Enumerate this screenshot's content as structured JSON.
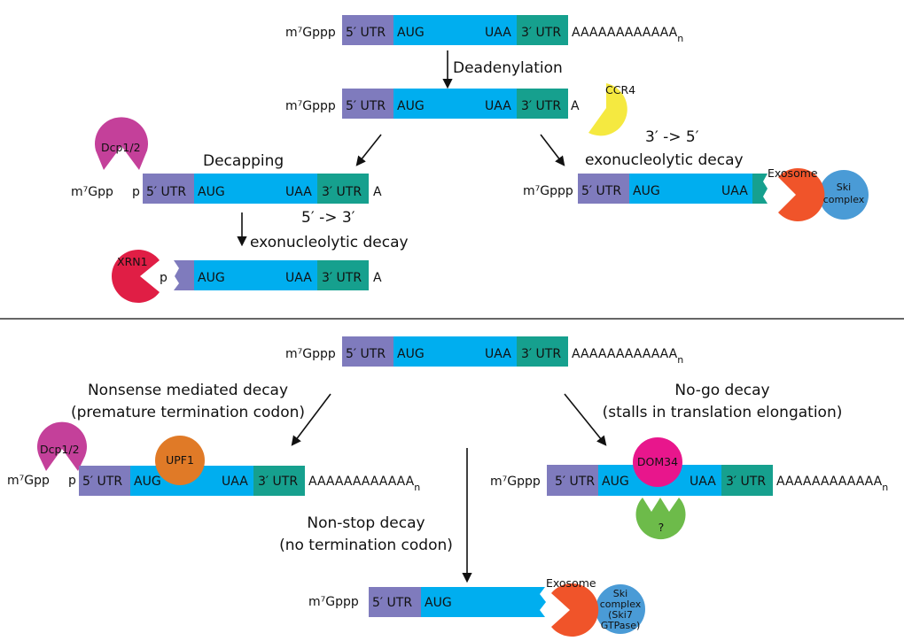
{
  "colors": {
    "utr5": "#7f7bbd",
    "cds": "#00aeef",
    "utr3": "#16a08e",
    "ccr4": "#f5e940",
    "dcp": "#c4409a",
    "exosome": "#f0542a",
    "ski": "#4a9bd6",
    "xrn1": "#e01e45",
    "upf1": "#e07a27",
    "dom34": "#e8168c",
    "unknown": "#6dbb4a",
    "divider": "#333333"
  },
  "segments": {
    "cap": "m⁷Gppp",
    "cap_decapped": "m⁷Gpp",
    "p": "p",
    "utr5": "5′ UTR",
    "start": "AUG",
    "stop": "UAA",
    "utr3": "3′ UTR",
    "polyA": "AAAAAAAAAAAA",
    "polyA_sub": "n",
    "singleA": "A"
  },
  "top": {
    "deadenylation": "Deadenylation",
    "decapping": "Decapping",
    "dir53_line1": "5′ -> 3′",
    "dir53_line2": "exonucleolytic decay",
    "dir35_line1": "3′ -> 5′",
    "dir35_line2": "exonucleolytic decay",
    "proteins": {
      "ccr4": "CCR4",
      "dcp": "Dcp1/2",
      "xrn1": "XRN1",
      "exosome": "Exosome",
      "ski_line1": "Ski",
      "ski_line2": "complex"
    }
  },
  "bottom": {
    "nmd_line1": "Nonsense mediated decay",
    "nmd_line2": "(premature termination codon)",
    "ngd_line1": "No-go decay",
    "ngd_line2": "(stalls in translation elongation)",
    "nsd_line1": "Non-stop decay",
    "nsd_line2": "(no termination codon)",
    "proteins": {
      "dcp": "Dcp1/2",
      "upf1": "UPF1",
      "dom34": "DOM34",
      "unknown": "?",
      "exosome": "Exosome",
      "ski_line1": "Ski",
      "ski_line2": "complex",
      "ski_line3": "(Ski7",
      "ski_line4": "GTPase)"
    }
  }
}
